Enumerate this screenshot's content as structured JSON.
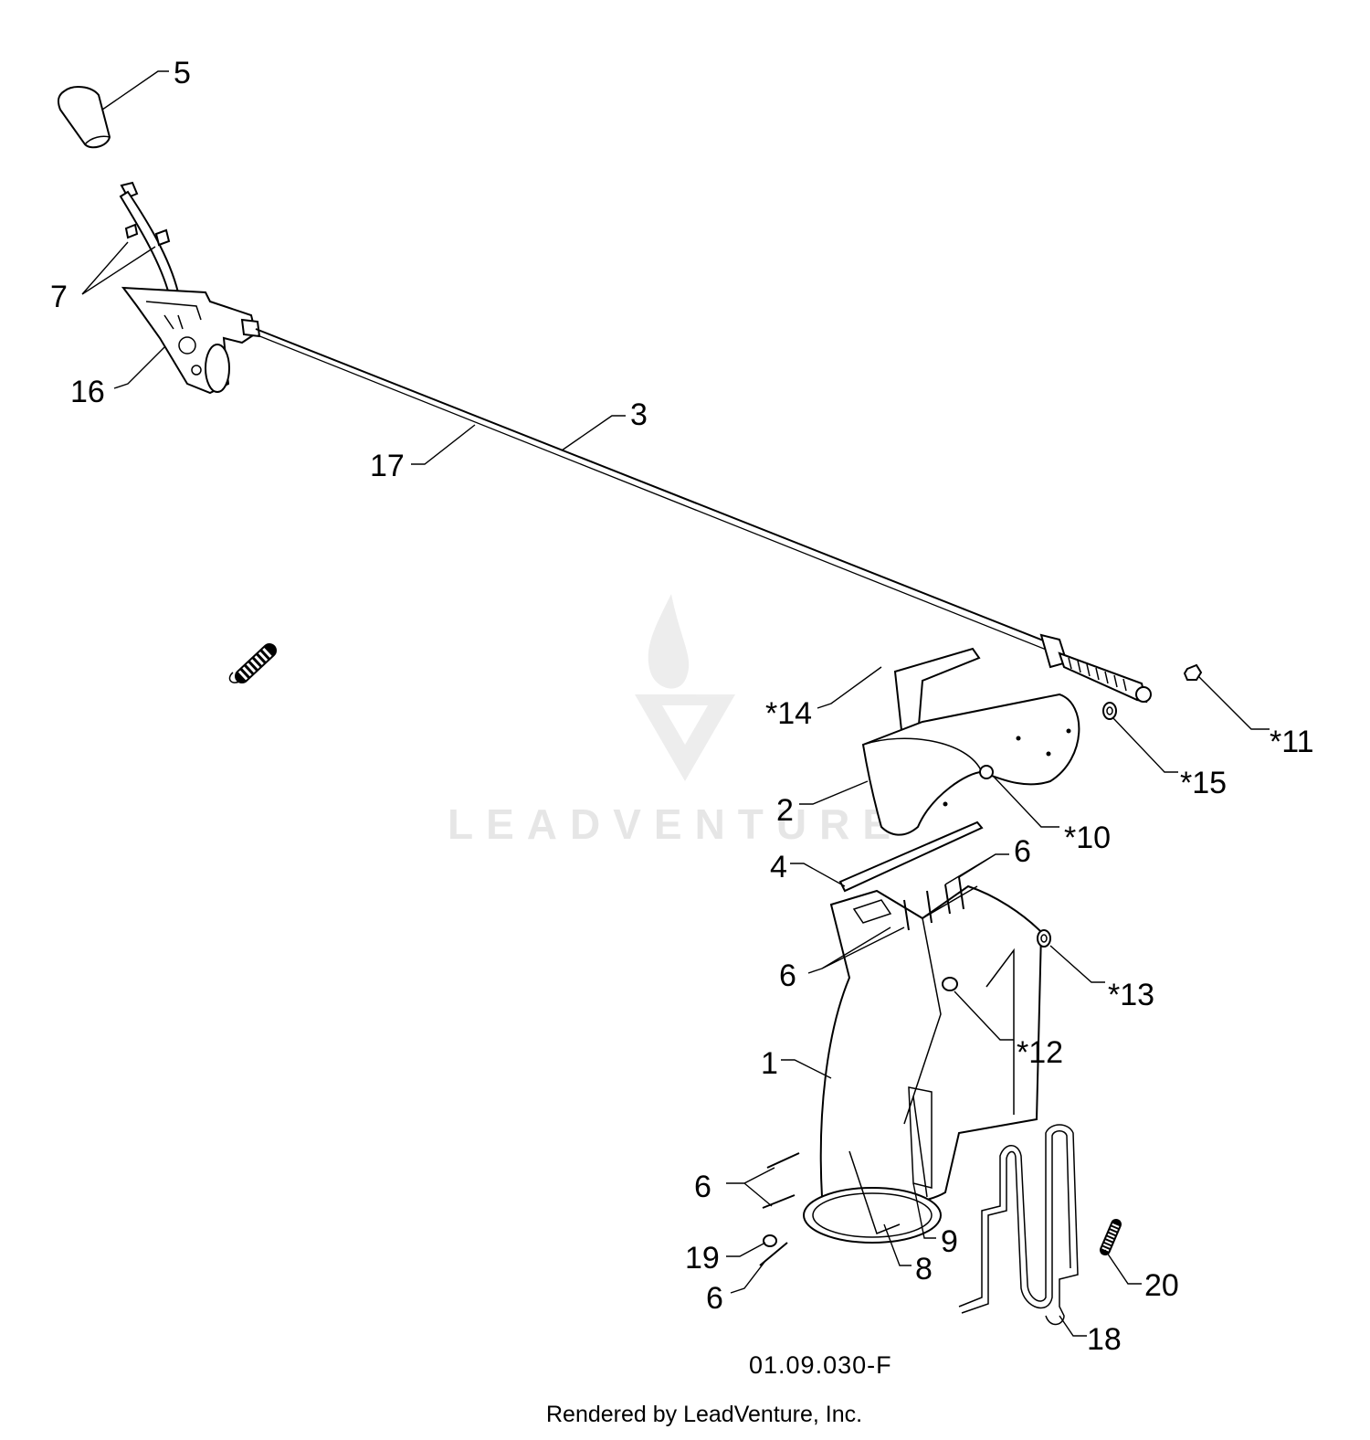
{
  "callouts": [
    {
      "id": "c5",
      "text": "5"
    },
    {
      "id": "c7",
      "text": "7"
    },
    {
      "id": "c16",
      "text": "16"
    },
    {
      "id": "c3",
      "text": "3"
    },
    {
      "id": "c17",
      "text": "17"
    },
    {
      "id": "c14",
      "text": "*14"
    },
    {
      "id": "c11",
      "text": "*11"
    },
    {
      "id": "c15",
      "text": "*15"
    },
    {
      "id": "c2",
      "text": "2"
    },
    {
      "id": "c10",
      "text": "*10"
    },
    {
      "id": "c4",
      "text": "4"
    },
    {
      "id": "c6a",
      "text": "6"
    },
    {
      "id": "c6b",
      "text": "6"
    },
    {
      "id": "c13",
      "text": "*13"
    },
    {
      "id": "c12",
      "text": "*12"
    },
    {
      "id": "c1",
      "text": "1"
    },
    {
      "id": "c6c",
      "text": "6"
    },
    {
      "id": "c9",
      "text": "9"
    },
    {
      "id": "c19",
      "text": "19"
    },
    {
      "id": "c8",
      "text": "8"
    },
    {
      "id": "c6d",
      "text": "6"
    },
    {
      "id": "c20",
      "text": "20"
    },
    {
      "id": "c18",
      "text": "18"
    }
  ],
  "diagram_code": "01.09.030-F",
  "footer": "Rendered by LeadVenture, Inc.",
  "watermark": "LEADVENTURE"
}
